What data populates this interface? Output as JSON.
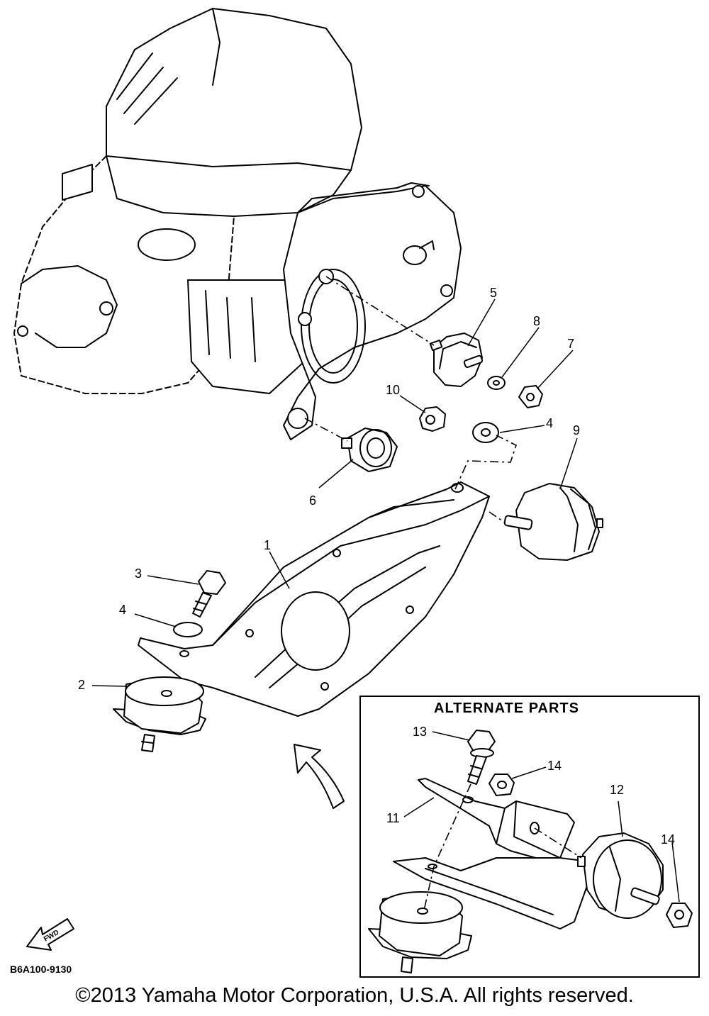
{
  "callouts": {
    "c1": "1",
    "c2": "2",
    "c3": "3",
    "c4a": "4",
    "c4b": "4",
    "c5": "5",
    "c6": "6",
    "c7": "7",
    "c8": "8",
    "c9": "9",
    "c10": "10",
    "c11": "11",
    "c12": "12",
    "c13": "13",
    "c14a": "14",
    "c14b": "14"
  },
  "alternate_box": {
    "title": "ALTERNATE PARTS"
  },
  "find_badge": {
    "label": "FWD",
    "icon": "forward-arrow-icon"
  },
  "figure_code": "B6A100-9130",
  "copyright": "©2013 Yamaha Motor Corporation, U.S.A. All rights reserved."
}
